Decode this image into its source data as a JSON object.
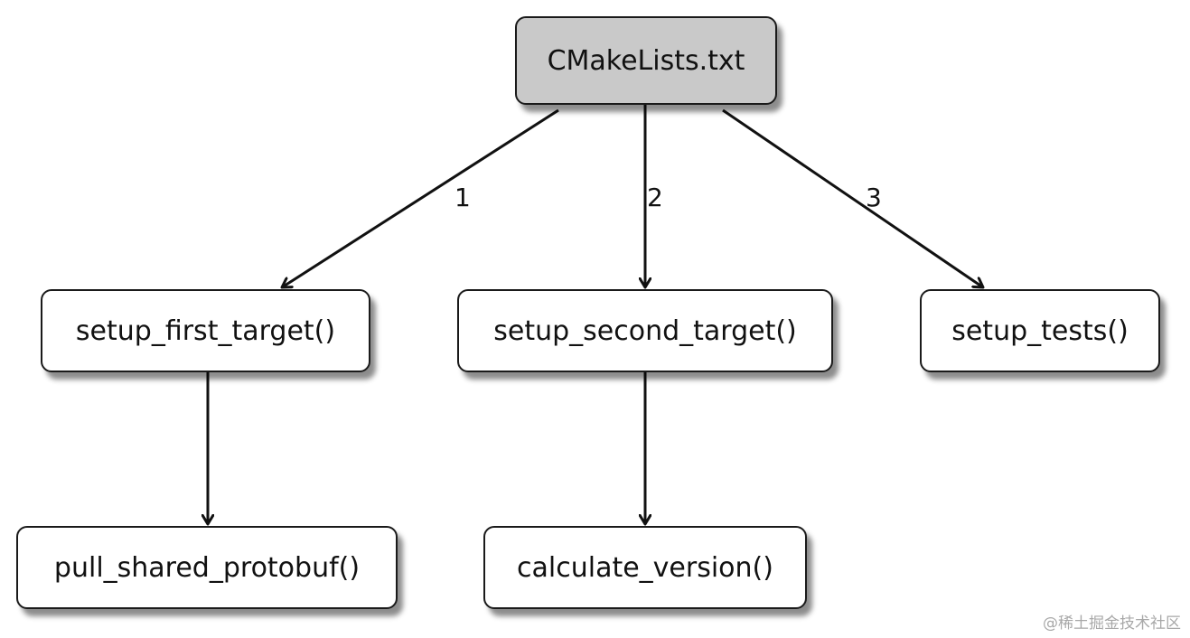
{
  "nodes": {
    "root": "CMakeLists.txt",
    "setup_first_target": "setup_first_target()",
    "setup_second_target": "setup_second_target()",
    "setup_tests": "setup_tests()",
    "pull_shared_protobuf": "pull_shared_protobuf()",
    "calculate_version": "calculate_version()"
  },
  "edges": [
    {
      "from": "root",
      "to": "setup_first_target",
      "label": "1"
    },
    {
      "from": "root",
      "to": "setup_second_target",
      "label": "2"
    },
    {
      "from": "root",
      "to": "setup_tests",
      "label": "3"
    },
    {
      "from": "setup_first_target",
      "to": "pull_shared_protobuf",
      "label": ""
    },
    {
      "from": "setup_second_target",
      "to": "calculate_version",
      "label": ""
    }
  ],
  "watermark": "@稀土掘金技术社区",
  "colors": {
    "root_fill": "#c9c9c9",
    "node_fill": "#ffffff",
    "stroke": "#1a1a1a"
  }
}
